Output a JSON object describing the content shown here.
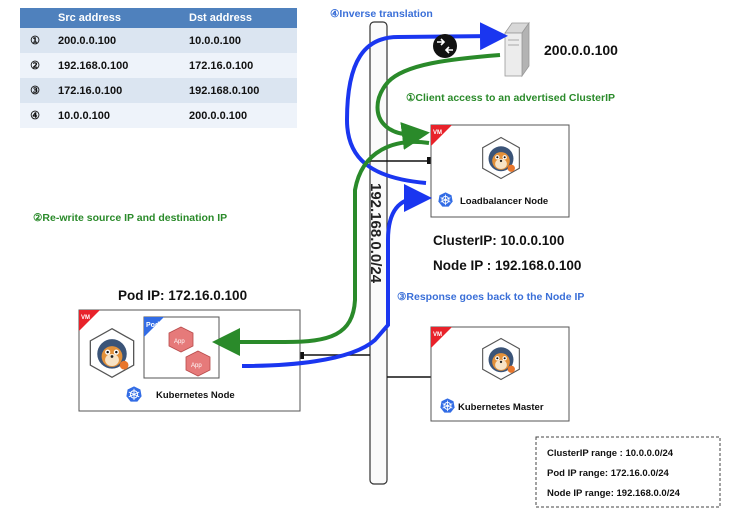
{
  "table": {
    "headers": [
      "",
      "Src address",
      "Dst address"
    ],
    "rows": [
      [
        "①",
        "200.0.0.100",
        "10.0.0.100"
      ],
      [
        "②",
        "192.168.0.100",
        "172.16.0.100"
      ],
      [
        "③",
        "172.16.0.100",
        "192.168.0.100"
      ],
      [
        "④",
        "10.0.0.100",
        "200.0.0.100"
      ]
    ]
  },
  "labels": {
    "step4": "④Inverse translation",
    "step1": "①Client access to an advertised ClusterIP",
    "step2": "②Re-write source IP and destination IP",
    "step3": "③Response goes back to the Node IP",
    "server_ip": "200.0.0.100",
    "network": "192.168.0.0/24",
    "clusterip": "ClusterIP: 10.0.0.100",
    "nodeip": "Node IP : 192.168.0.100",
    "podip": "Pod IP: 172.16.0.100"
  },
  "nodes": {
    "lb": {
      "name": "Loadbalancer Node",
      "tag": "VM"
    },
    "kube": {
      "name": "Kubernetes Node",
      "tag": "VM"
    },
    "master": {
      "name": "Kubernetes Master",
      "tag": "VM"
    },
    "pod": {
      "tag": "Pod",
      "apps": [
        "App",
        "App"
      ]
    }
  },
  "ranges": {
    "cluster": "ClusterIP range : 10.0.0.0/24",
    "pod": "Pod IP range: 172.16.0.0/24",
    "node": "Node IP range: 192.168.0.0/24"
  },
  "colors": {
    "blue_arrow": "#1a36f0",
    "green_arrow": "#2a8a2a",
    "vm_red": "#e8222a",
    "k8s_blue": "#326ce5",
    "table_header": "#4f81bd"
  }
}
